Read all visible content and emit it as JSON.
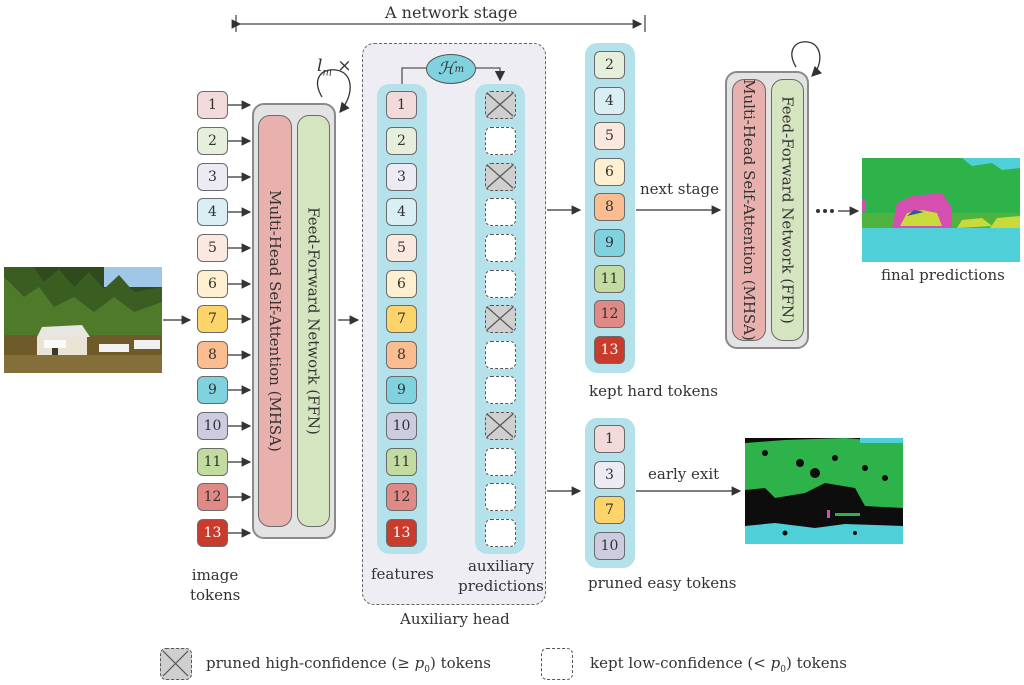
{
  "title": "A network stage",
  "loop_label": {
    "base": "l",
    "sub": "m",
    "suffix": "×"
  },
  "image_tokens_label": [
    "image",
    "tokens"
  ],
  "tokens": [
    {
      "id": "1",
      "color": "#f3dada"
    },
    {
      "id": "2",
      "color": "#e6efdc"
    },
    {
      "id": "3",
      "color": "#ecebf3"
    },
    {
      "id": "4",
      "color": "#d9eff5"
    },
    {
      "id": "5",
      "color": "#fbe8de"
    },
    {
      "id": "6",
      "color": "#fdefd0"
    },
    {
      "id": "7",
      "color": "#fdd46a"
    },
    {
      "id": "8",
      "color": "#fbbd8f"
    },
    {
      "id": "9",
      "color": "#7fd2de"
    },
    {
      "id": "10",
      "color": "#cccbe0"
    },
    {
      "id": "11",
      "color": "#c2dba0"
    },
    {
      "id": "12",
      "color": "#e08a85"
    },
    {
      "id": "13",
      "color": "#c93c2c"
    }
  ],
  "block": {
    "mhsa_label": "Multi-Head Self-Attention (MHSA)",
    "ffn_label": "Feed-Forward Network (FFN)"
  },
  "aux_head": {
    "label": "Auxiliary head",
    "head_symbol": "ℋ",
    "head_sub": "m",
    "features_label": "features",
    "predictions_label": [
      "auxiliary",
      "predictions"
    ],
    "predictions": [
      "pruned",
      "kept",
      "pruned",
      "kept",
      "kept",
      "kept",
      "pruned",
      "kept",
      "kept",
      "pruned",
      "kept",
      "kept",
      "kept"
    ]
  },
  "kept_tokens": {
    "ids": [
      "2",
      "4",
      "5",
      "6",
      "8",
      "9",
      "11",
      "12",
      "13"
    ],
    "label": "kept hard tokens"
  },
  "pruned_tokens": {
    "ids": [
      "1",
      "3",
      "7",
      "10"
    ],
    "label": "pruned easy tokens"
  },
  "next_stage_label": "next stage",
  "early_exit_label": "early exit",
  "final_predictions_label": "final predictions",
  "legend": {
    "pruned": {
      "pre": "pruned high-confidence (",
      "op": "≥",
      "p": "p",
      "sub": "0",
      "post": ") tokens"
    },
    "kept": {
      "pre": "kept low-confidence (",
      "op": "<",
      "p": "p",
      "sub": "0",
      "post": ") tokens"
    }
  },
  "colors": {
    "mhsa": "#e8b1ae",
    "ffn": "#d5e5bf",
    "column_bg": "#b5e2ea",
    "aux_bg": "#efedf4",
    "head_ellipse": "#7fd2de",
    "seg_green": "#2db34a",
    "seg_cyan": "#4fd0d8",
    "seg_magenta": "#d44fb0",
    "seg_yellow": "#c9db3a"
  }
}
